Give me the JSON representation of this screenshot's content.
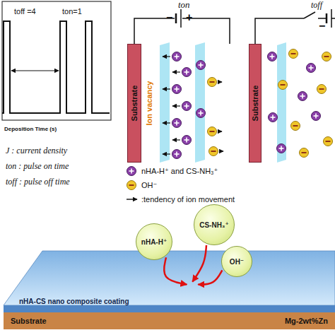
{
  "diagram": {
    "nodes": [
      {
        "text": [
          "Substrate"
        ]
      },
      {
        "text": [
          "Substrate"
        ]
      },
      {
        "text": [
          "nHA-H⁺"
        ]
      },
      {
        "text": [
          "CS-NH₃⁺"
        ]
      },
      {
        "text": [
          "OH⁻"
        ]
      },
      {
        "text": [
          "nHA-CS nano composite coating"
        ]
      },
      {
        "text": [
          "Substrate",
          "Mg-2wt%Zn"
        ]
      }
    ],
    "edges": [
      {
        "from": 2,
        "to": 5,
        "arrow": "to"
      },
      {
        "from": 3,
        "to": 5,
        "arrow": "to"
      },
      {
        "from": 4,
        "to": 5,
        "arrow": "to"
      }
    ],
    "labels": [
      "toff =4",
      "ton=1",
      "Deposition Time (s)",
      "ton",
      "−",
      "+",
      "toff",
      "−",
      "Ion vacancy",
      "J : current density",
      "ton : pulse on time",
      "toff : pulse off time"
    ],
    "legend": [
      {
        "text": "nHA-H⁺ and CS-NH₃⁺"
      },
      {
        "text": ":tendency of ion movement"
      },
      {
        "text": "OH⁻"
      }
    ]
  }
}
